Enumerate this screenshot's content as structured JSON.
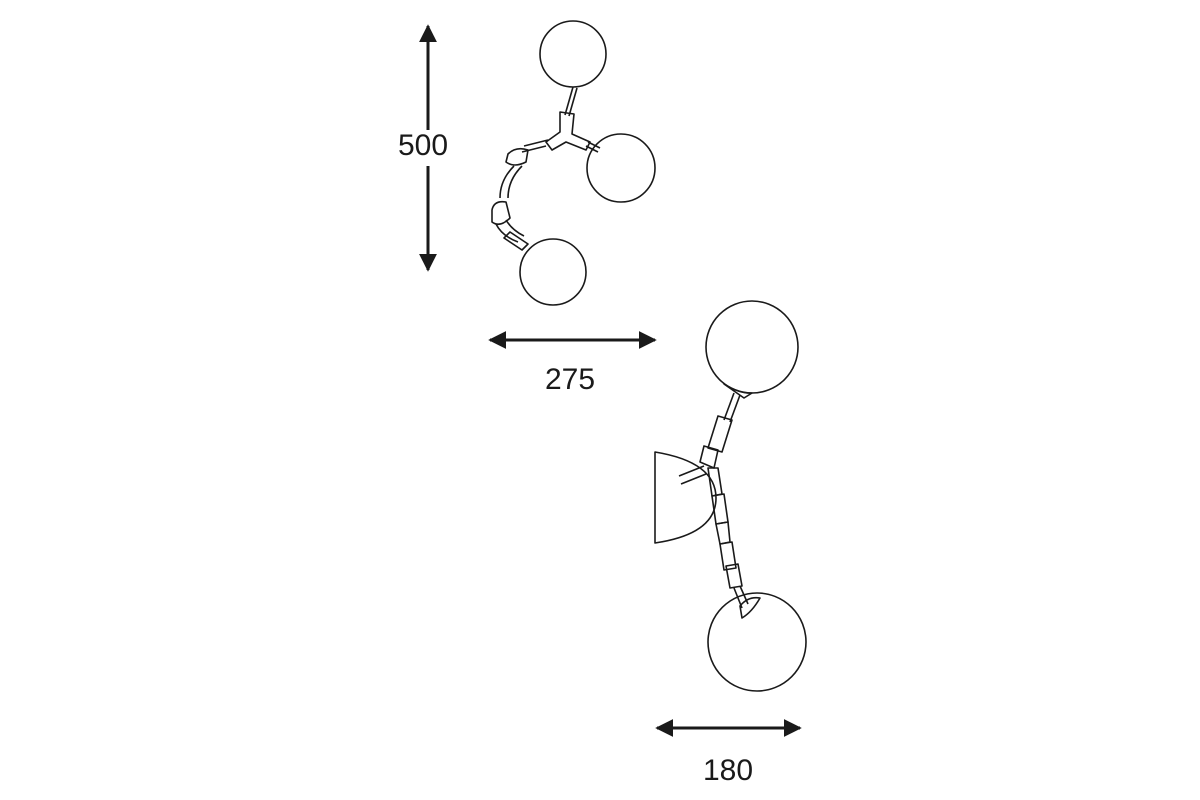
{
  "dimensions": {
    "height": "500",
    "width": "275",
    "depth": "180"
  },
  "colors": {
    "line": "#1a1a1a",
    "background": "#ffffff"
  }
}
